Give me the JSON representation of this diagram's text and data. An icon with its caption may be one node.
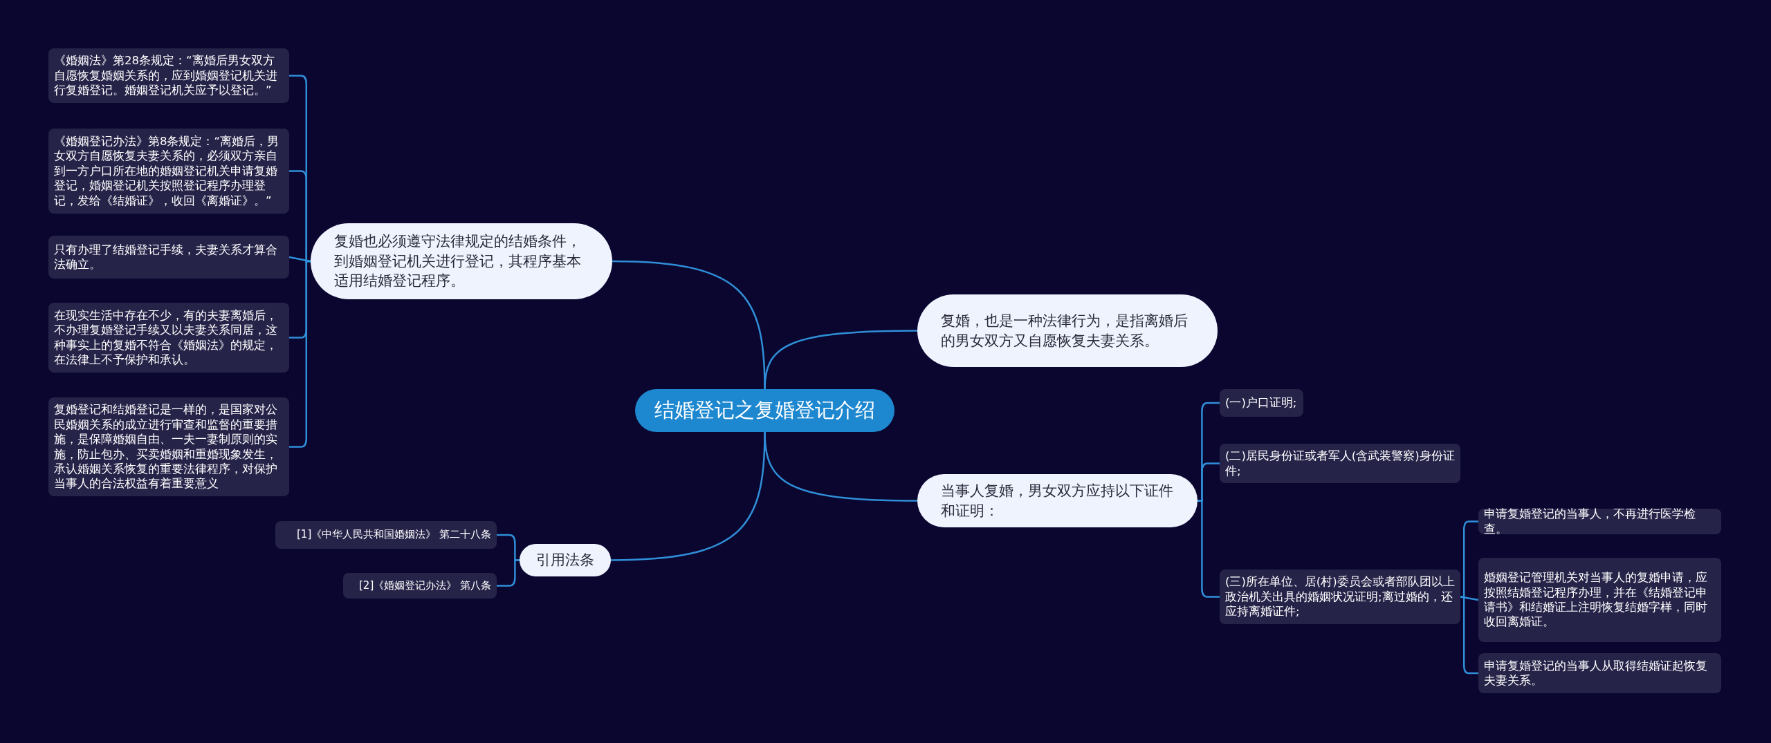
{
  "diagram": {
    "nodes": [
      {
        "text": [
          "结婚登记之复婚登记介绍"
        ]
      },
      {
        "text": [
          "复婚也必须遵守法律规定的结婚条件，到婚姻登记机关进行登记，其程序基本适用结婚登记程序。"
        ]
      },
      {
        "text": [
          "《婚姻法》第28条规定：“离婚后男女双方自愿恢复婚姻关系的，应到婚姻登记机关进行复婚登记。婚姻登记机关应予以登记。”"
        ]
      },
      {
        "text": [
          "《婚姻登记办法》第8条规定：“离婚后，男女双方自愿恢复夫妻关系的，必须双方亲自到一方户口所在地的婚姻登记机关申请复婚登记，婚姻登记机关按照登记程序办理登记，发给《结婚证》，收回《离婚证》。”"
        ]
      },
      {
        "text": [
          "只有办理了结婚登记手续，夫妻关系才算合法确立。"
        ]
      },
      {
        "text": [
          "在现实生活中存在不少，有的夫妻离婚后，不办理复婚登记手续又以夫妻关系同居，这种事实上的复婚不符合《婚姻法》的规定，在法律上不予保护和承认。"
        ]
      },
      {
        "text": [
          "复婚登记和结婚登记是一样的，是国家对公民婚姻关系的成立进行审查和监督的重要措施，是保障婚姻自由、一夫一妻制原则的实施，防止包办、买卖婚姻和重婚现象发生，承认婚姻关系恢复的重要法律程序，对保护当事人的合法权益有着重要意义"
        ]
      },
      {
        "text": [
          "复婚，也是一种法律行为，是指离婚后的男女双方又自愿恢复夫妻关系。"
        ]
      },
      {
        "text": [
          "当事人复婚，男女双方应持以下证件和证明："
        ]
      },
      {
        "text": [
          "(一)户口证明;"
        ]
      },
      {
        "text": [
          "(二)居民身份证或者军人(含武装警察)身份证件;"
        ]
      },
      {
        "text": [
          "(三)所在单位、居(村)委员会或者部队团以上政治机关出具的婚姻状况证明;离过婚的，还应持离婚证件;"
        ]
      },
      {
        "text": [
          "申请复婚登记的当事人，不再进行医学检查。"
        ]
      },
      {
        "text": [
          "婚姻登记管理机关对当事人的复婚申请，应按照结婚登记程序办理，并在《结婚登记申请书》和结婚证上注明恢复结婚字样，同时收回离婚证。"
        ]
      },
      {
        "text": [
          "申请复婚登记的当事人从取得结婚证起恢复夫妻关系。"
        ]
      },
      {
        "text": [
          "引用法条"
        ]
      },
      {
        "text": [
          "[1]《中华人民共和国婚姻法》 第二十八条"
        ]
      },
      {
        "text": [
          "[2]《婚姻登记办法》 第八条"
        ]
      }
    ],
    "edges": [
      {
        "from": 0,
        "to": 1,
        "arrow": "none"
      },
      {
        "from": 1,
        "to": 2,
        "arrow": "none"
      },
      {
        "from": 1,
        "to": 3,
        "arrow": "none"
      },
      {
        "from": 1,
        "to": 4,
        "arrow": "none"
      },
      {
        "from": 1,
        "to": 5,
        "arrow": "none"
      },
      {
        "from": 1,
        "to": 6,
        "arrow": "none"
      },
      {
        "from": 0,
        "to": 7,
        "arrow": "none"
      },
      {
        "from": 0,
        "to": 8,
        "arrow": "none"
      },
      {
        "from": 8,
        "to": 9,
        "arrow": "none"
      },
      {
        "from": 8,
        "to": 10,
        "arrow": "none"
      },
      {
        "from": 8,
        "to": 11,
        "arrow": "none"
      },
      {
        "from": 11,
        "to": 12,
        "arrow": "none"
      },
      {
        "from": 11,
        "to": 13,
        "arrow": "none"
      },
      {
        "from": 11,
        "to": 14,
        "arrow": "none"
      },
      {
        "from": 0,
        "to": 15,
        "arrow": "none"
      },
      {
        "from": 15,
        "to": 16,
        "arrow": "none"
      },
      {
        "from": 15,
        "to": 17,
        "arrow": "none"
      }
    ]
  }
}
